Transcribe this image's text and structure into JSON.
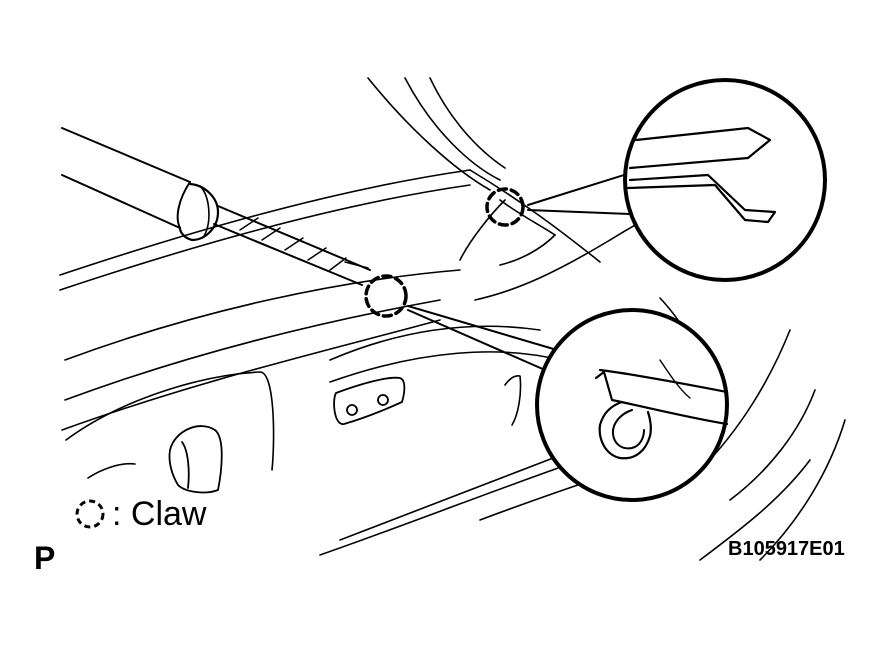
{
  "legend": {
    "symbol": "dashed-circle",
    "label": ": Claw"
  },
  "corner_mark": "P",
  "figure_id": "B105917E01",
  "colors": {
    "ink": "#000000",
    "paper": "#ffffff"
  }
}
